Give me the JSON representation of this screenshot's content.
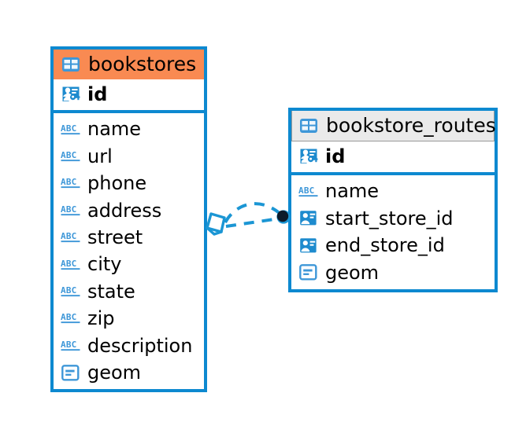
{
  "diagram": {
    "title": "bookstores / bookstore_routes entity relationship diagram",
    "background_color": "#ffffff",
    "accent_color": "#0d89d0",
    "header_highlight_color": "#f98a52",
    "header_default_color": "#eaeaea"
  },
  "entities": [
    {
      "name": "bookstores",
      "header_style": "orange",
      "header_icon": "table-grid-icon",
      "primary_key": {
        "label": "id",
        "icon": "primary-key-card-icon"
      },
      "fields": [
        {
          "label": "name",
          "icon": "abc-text-icon"
        },
        {
          "label": "url",
          "icon": "abc-text-icon"
        },
        {
          "label": "phone",
          "icon": "abc-text-icon"
        },
        {
          "label": "address",
          "icon": "abc-text-icon"
        },
        {
          "label": "street",
          "icon": "abc-text-icon"
        },
        {
          "label": "city",
          "icon": "abc-text-icon"
        },
        {
          "label": "state",
          "icon": "abc-text-icon"
        },
        {
          "label": "zip",
          "icon": "abc-text-icon"
        },
        {
          "label": "description",
          "icon": "abc-text-icon"
        },
        {
          "label": "geom",
          "icon": "geometry-icon"
        }
      ]
    },
    {
      "name": "bookstore_routes",
      "header_style": "grey",
      "header_icon": "table-grid-icon",
      "primary_key": {
        "label": "id",
        "icon": "primary-key-card-icon"
      },
      "fields": [
        {
          "label": "name",
          "icon": "abc-text-icon"
        },
        {
          "label": "start_store_id",
          "icon": "foreign-key-card-icon"
        },
        {
          "label": "end_store_id",
          "icon": "foreign-key-card-icon"
        },
        {
          "label": "geom",
          "icon": "geometry-icon"
        }
      ]
    }
  ],
  "relationship": {
    "from_entity": "bookstores",
    "to_entity": "bookstore_routes",
    "line_style": "dashed",
    "line_color": "#1b96d4",
    "source_marker": "diamond-marker",
    "target_marker": "filled-circle-marker",
    "target_marker_color": "#0d1b2a",
    "connector_count": 2
  }
}
